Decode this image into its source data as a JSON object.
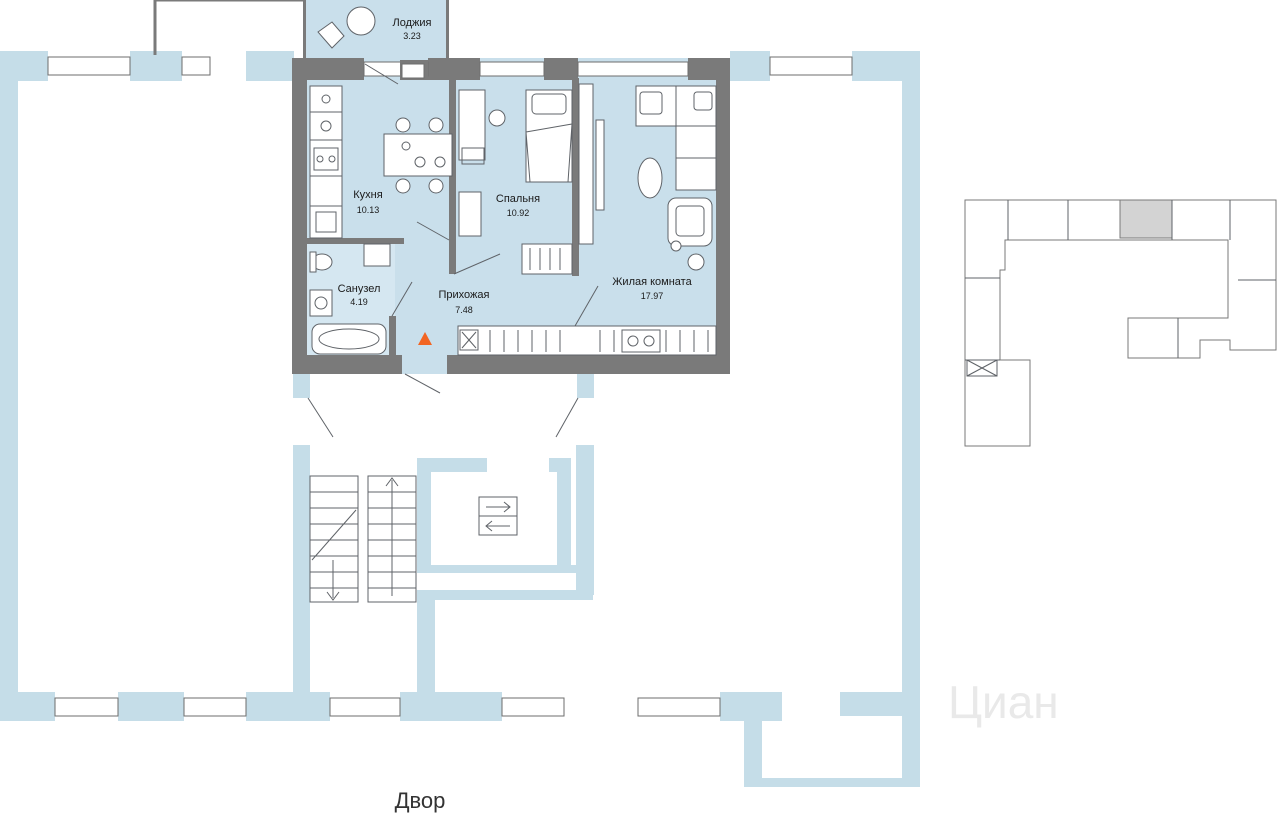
{
  "rooms": {
    "loggia": {
      "name": "Лоджия",
      "area": "3.23"
    },
    "kitchen": {
      "name": "Кухня",
      "area": "10.13"
    },
    "bedroom": {
      "name": "Спальня",
      "area": "10.92"
    },
    "bathroom": {
      "name": "Санузел",
      "area": "4.19"
    },
    "hallway": {
      "name": "Прихожая",
      "area": "7.48"
    },
    "living": {
      "name": "Жилая комната",
      "area": "17.97"
    }
  },
  "yard_label": "Двор",
  "watermark": "Циан",
  "colors": {
    "room_fill": "#c9dfeb",
    "wall": "#7a7a7a",
    "outline": "#c5dde8",
    "entrance": "#f26522",
    "key_highlight": "#d3d3d3"
  }
}
